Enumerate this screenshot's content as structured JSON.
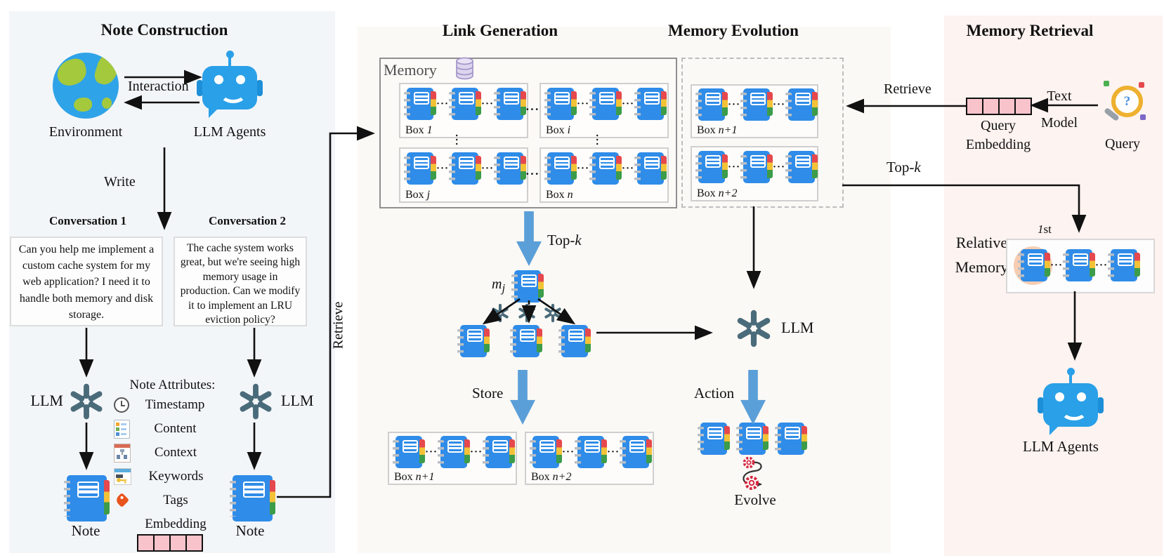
{
  "glyphs": {
    "hdots": "···",
    "vdots": "···",
    "question": "?"
  },
  "colors": {
    "left_panel_bg": "#f3f6f9",
    "mid_panel_bg": "#fbf9f5",
    "right_panel_bg": "#fdf3f0",
    "notebook_blue": "#2f8ce8",
    "robot_blue": "#2aa0e8",
    "openai_slate": "#4a6b7a",
    "thick_arrow_blue": "#5b9fd8",
    "embedding_pink": "#f8c3ca",
    "highlight_peach": "#f6cdb3",
    "tab_red": "#e5484d",
    "tab_yellow": "#f3c237",
    "tab_green": "#3c9c4a",
    "db_purple": "#ddd4ef"
  },
  "note_construction": {
    "title": "Note Construction",
    "environment_label": "Environment",
    "llm_agents_label": "LLM Agents",
    "interaction_label": "Interaction",
    "write_label": "Write",
    "conversations": [
      {
        "title": "Conversation 1",
        "text": "Can you help me implement a custom cache system for my web application? I need it to handle both memory and disk storage."
      },
      {
        "title": "Conversation 2",
        "text": "The cache system works great, but we're seeing high memory usage in production. Can we modify it to implement an LRU eviction policy?"
      }
    ],
    "llm_left_label": "LLM",
    "llm_right_label": "LLM",
    "note_left_label": "Note",
    "note_right_label": "Note",
    "attributes_title": "Note Attributes:",
    "attributes": [
      "Timestamp",
      "Content",
      "Context",
      "Keywords",
      "Tags",
      "Embedding"
    ],
    "retrieve_label": "Retrieve"
  },
  "link_generation": {
    "title": "Link Generation",
    "memory_label": "Memory",
    "boxes": [
      {
        "prefix": "Box ",
        "var": "1"
      },
      {
        "prefix": "Box ",
        "var": "i"
      },
      {
        "prefix": "Box ",
        "var": "j"
      },
      {
        "prefix": "Box ",
        "var": "n"
      }
    ],
    "topk": {
      "prefix": "Top-",
      "var": "k"
    },
    "mj": {
      "base": "m",
      "sub": "j"
    },
    "store_label": "Store",
    "store_boxes": [
      {
        "prefix": "Box ",
        "var": "n+1"
      },
      {
        "prefix": "Box ",
        "var": "n+2"
      }
    ]
  },
  "memory_evolution": {
    "title": "Memory Evolution",
    "boxes": [
      {
        "prefix": "Box ",
        "var": "n+1"
      },
      {
        "prefix": "Box ",
        "var": "n+2"
      }
    ],
    "llm_label": "LLM",
    "action_label": "Action",
    "evolve_label": "Evolve"
  },
  "memory_retrieval": {
    "title": "Memory Retrieval",
    "retrieve_label": "Retrieve",
    "topk": {
      "prefix": "Top-",
      "var": "k"
    },
    "query_label": "Query",
    "text_model_label": "Text Model",
    "query_embedding_label": "Query Embedding",
    "rank_first": {
      "var": "1",
      "suffix": "st"
    },
    "relative_memory_label": "Relative Memory",
    "llm_agents_label": "LLM Agents"
  }
}
